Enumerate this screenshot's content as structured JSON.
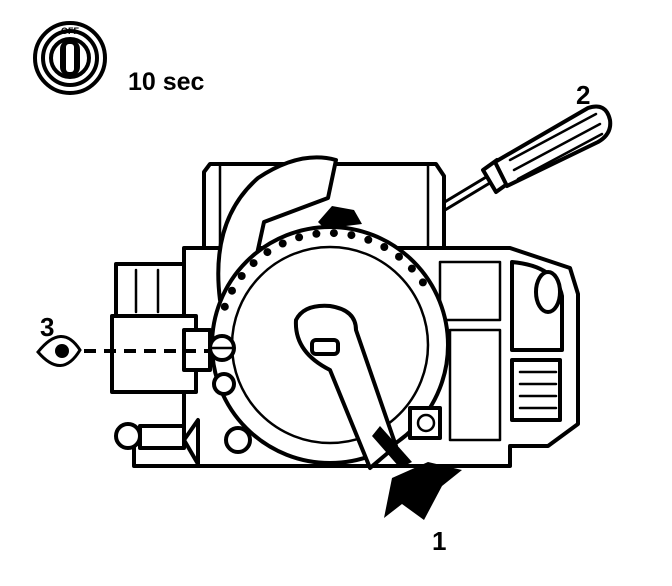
{
  "ignition": {
    "switch_text": "OFF",
    "duration": "10 sec"
  },
  "callouts": {
    "one": "1",
    "two": "2",
    "three": "3"
  }
}
